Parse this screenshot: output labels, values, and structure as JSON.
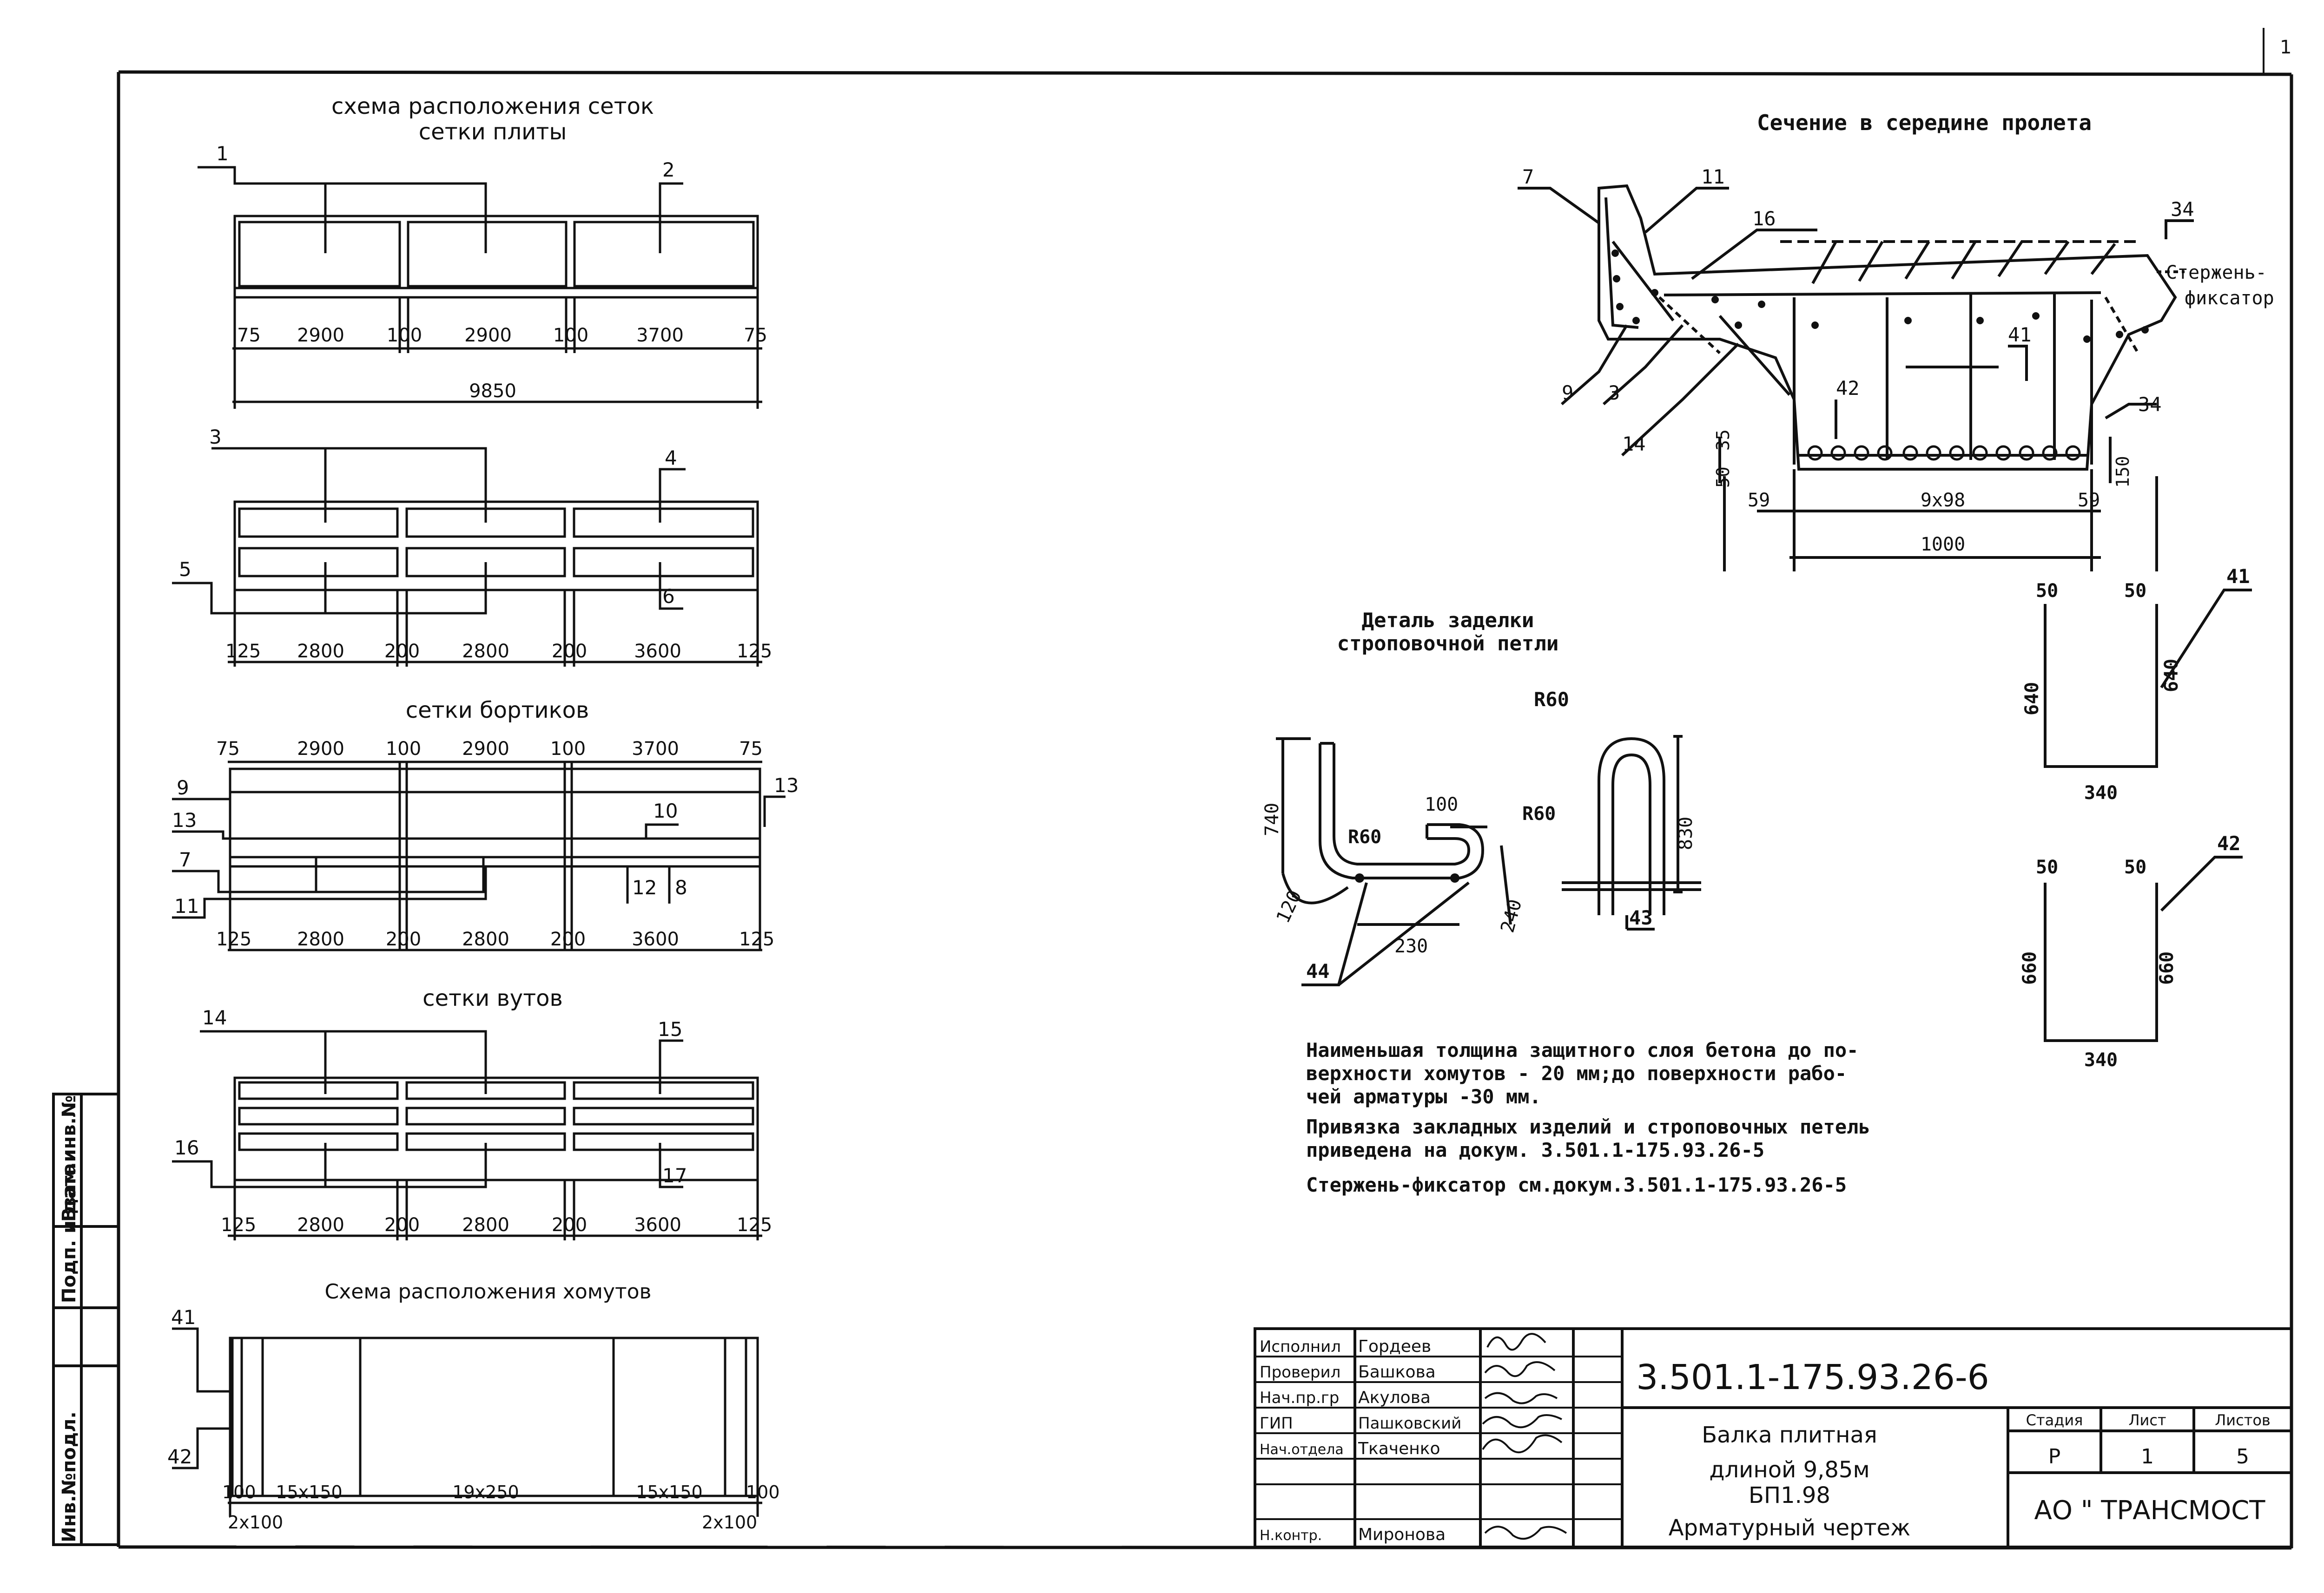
{
  "sheet_number": "1",
  "plate": {
    "title_line1": "схема расположения сеток",
    "title_line2": "сетки плиты",
    "callouts": [
      "1",
      "2"
    ],
    "dims": [
      "75",
      "2900",
      "100",
      "2900",
      "100",
      "3700",
      "75"
    ],
    "total": "9850"
  },
  "plate2": {
    "callouts": [
      "3",
      "4",
      "5",
      "6"
    ],
    "dims": [
      "125",
      "2800",
      "200",
      "2800",
      "200",
      "3600",
      "125"
    ]
  },
  "sides": {
    "title": "сетки бортиков",
    "top_dims": [
      "75",
      "2900",
      "100",
      "2900",
      "100",
      "3700",
      "75"
    ],
    "callouts": [
      "9",
      "13",
      "10",
      "13",
      "7",
      "11",
      "12",
      "8"
    ],
    "dims": [
      "125",
      "2800",
      "200",
      "2800",
      "200",
      "3600",
      "125"
    ]
  },
  "haunch": {
    "title": "сетки вутов",
    "callouts": [
      "14",
      "15",
      "16",
      "17"
    ],
    "dims": [
      "125",
      "2800",
      "200",
      "2800",
      "200",
      "3600",
      "125"
    ]
  },
  "stirrups": {
    "title": "Схема расположения хомутов",
    "callouts": [
      "41",
      "42"
    ],
    "dims": [
      "100",
      "15x150",
      "19x250",
      "15x150",
      "100"
    ],
    "sub_dims": [
      "2x100",
      "2x100"
    ]
  },
  "section": {
    "title": "Сечение в середине пролета",
    "callouts": [
      "7",
      "11",
      "16",
      "34",
      "9",
      "3",
      "14",
      "42",
      "41",
      "34"
    ],
    "fixator_line1": "Стержень-",
    "fixator_line2": "фиксатор",
    "dims": [
      "50",
      "35",
      "150",
      "59",
      "9x98",
      "59",
      "1000"
    ]
  },
  "loop_detail": {
    "title_line1": "Деталь заделки",
    "title_line2": "строповочной петли",
    "labels": [
      "R60",
      "R60",
      "R60",
      "740",
      "100",
      "120",
      "230",
      "240",
      "830",
      "44",
      "43"
    ]
  },
  "stirrup41": {
    "callout": "41",
    "dims": [
      "50",
      "50",
      "640",
      "640",
      "340"
    ]
  },
  "stirrup42": {
    "callout": "42",
    "dims": [
      "50",
      "50",
      "660",
      "660",
      "340"
    ]
  },
  "notes": [
    "Наименьшая толщина защитного слоя бетона до по-",
    "верхности хомутов - 20 мм;до поверхности рабо-",
    "чей арматуры -30 мм.",
    "Привязка закладных изделий и строповочных петель",
    "приведена на докум. 3.501.1-175.93.26-5",
    "Стержень-фиксатор см.докум.3.501.1-175.93.26-5"
  ],
  "side_stamp": [
    "Взам.инв.№",
    "Подп. и дата",
    "Инв.№подл."
  ],
  "title_block": {
    "roles": [
      "Исполнил",
      "Проверил",
      "Нач.пр.гр",
      "ГИП",
      "Нач.отдела",
      "",
      "Н.контр."
    ],
    "names": [
      "Гордеев",
      "Башкова",
      "Акулова",
      "Пашковский",
      "Ткаченко",
      "",
      "Миронова"
    ],
    "doc_code": "3.501.1-175.93.26-6",
    "title_lines": [
      "Балка плитная",
      "длиной 9,85м",
      "БП1.98",
      "Арматурный чертеж"
    ],
    "stage_label": "Стадия",
    "sheet_label": "Лист",
    "sheets_label": "Листов",
    "stage": "Р",
    "sheet": "1",
    "sheets": "5",
    "org": "АО \" ТРАНСМОСТ"
  }
}
